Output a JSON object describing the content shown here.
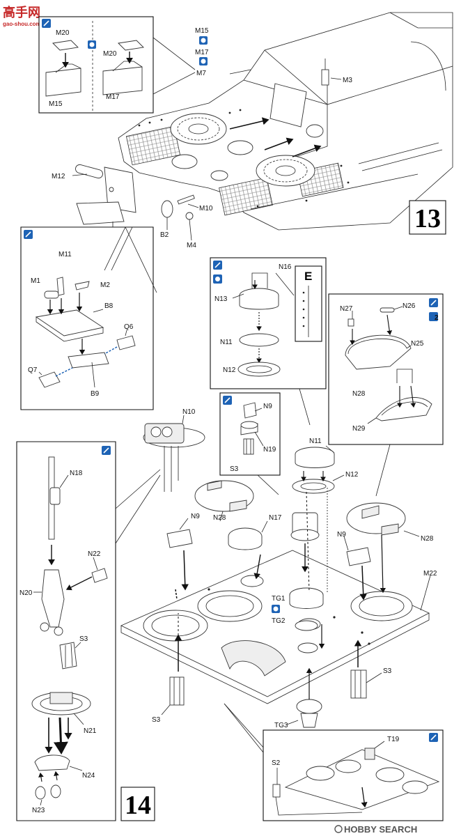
{
  "watermark_top": {
    "hanzi": "高手网",
    "domain": "gao-shou.com"
  },
  "watermark_bottom": {
    "brand": "HOBBY SEARCH"
  },
  "steps": {
    "step13": "13",
    "step14": "14"
  },
  "insert_letter": "E",
  "badges": {
    "two": "2"
  },
  "labels": {
    "M20a": "M20",
    "M20b": "M20",
    "M15": "M15",
    "M17": "M17",
    "M15top": "M15",
    "M17top": "M17",
    "M7": "M7",
    "M3": "M3",
    "M12": "M12",
    "B8": "B8",
    "B2": "B2",
    "M10": "M10",
    "M4": "M4",
    "M11": "M11",
    "M1": "M1",
    "M2": "M2",
    "B8d": "B8",
    "Q6": "Q6",
    "Q7": "Q7",
    "B9": "B9",
    "N16": "N16",
    "N13": "N13",
    "N11": "N11",
    "N12": "N12",
    "N27": "N27",
    "N26": "N26",
    "N25": "N25",
    "N28": "N28",
    "N29": "N29",
    "N9": "N9",
    "N19": "N19",
    "S3": "S3",
    "N10": "N10",
    "N18": "N18",
    "N22": "N22",
    "N20": "N20",
    "S3b": "S3",
    "N21": "N21",
    "N24": "N24",
    "N23": "N23",
    "N9b": "N9",
    "N28b": "N28",
    "N17": "N17",
    "N11b": "N11",
    "N12b": "N12",
    "N9c": "N9",
    "N28c": "N28",
    "M22": "M22",
    "TG1": "TG1",
    "TG2": "TG2",
    "S3c": "S3",
    "S3d": "S3",
    "TG3": "TG3",
    "S2": "S2",
    "T19": "T19"
  }
}
